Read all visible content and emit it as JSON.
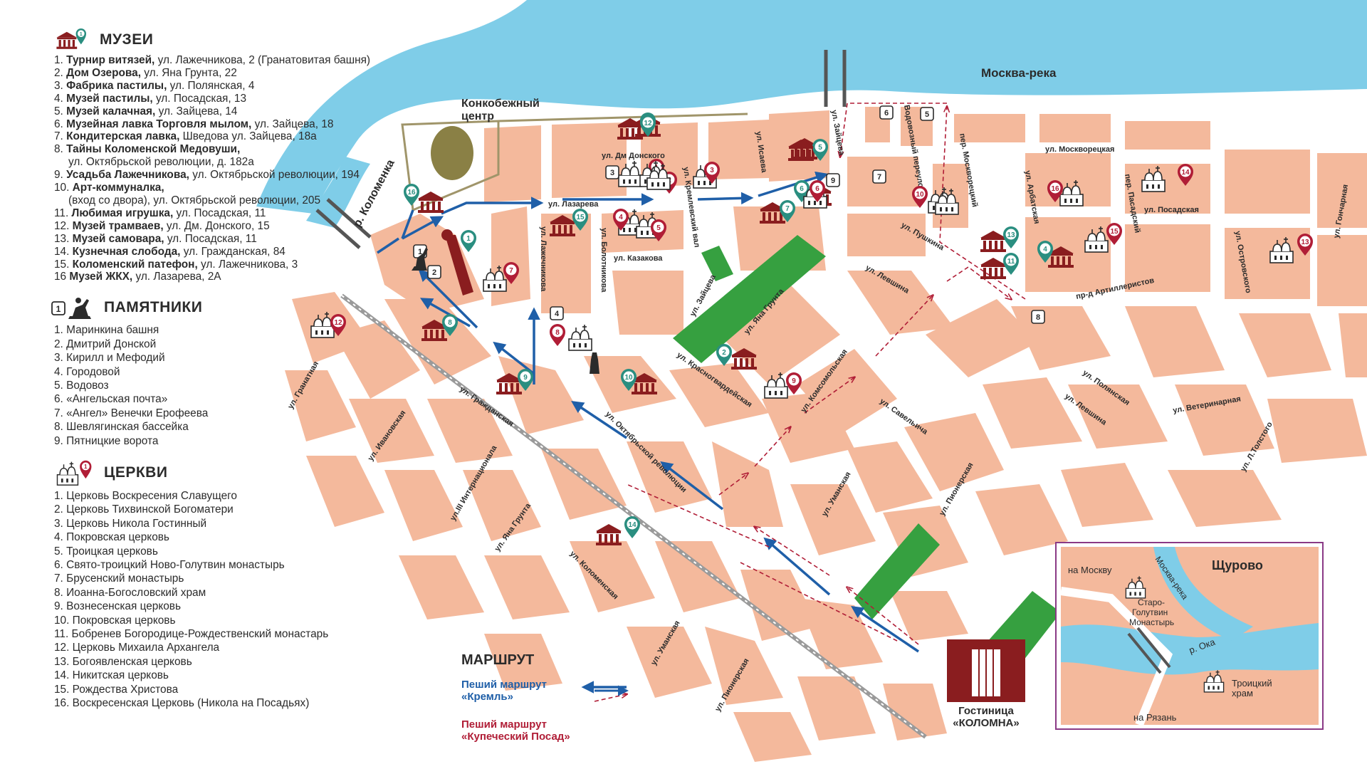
{
  "legend": {
    "museums": {
      "title": "МУЗЕИ",
      "icon": "museum-icon",
      "items": [
        {
          "num": "1.",
          "name": "Турнир витязей,",
          "addr": "ул. Лажечникова, 2 (Гранатовитая башня)"
        },
        {
          "num": "2.",
          "name": "Дом Озерова,",
          "addr": "ул. Яна Грунта, 22"
        },
        {
          "num": "3.",
          "name": "Фабрика пастилы,",
          "addr": "ул. Полянская, 4"
        },
        {
          "num": "4.",
          "name": "Музей пастилы,",
          "addr": "ул. Посадская, 13"
        },
        {
          "num": "5.",
          "name": "Музей калачная,",
          "addr": "ул. Зайцева, 14"
        },
        {
          "num": "6.",
          "name": "Музейная лавка Торговля мылом,",
          "addr": "ул. Зайцева, 18"
        },
        {
          "num": "7.",
          "name": "Кондитерская лавка,",
          "addr": "Шведова ул. Зайцева, 18а"
        },
        {
          "num": "8.",
          "name": "Тайны Коломенской Медовуши,",
          "addr": "ул. Октябрьской революции, д. 182а"
        },
        {
          "num": "9.",
          "name": "Усадьба Лажечникова,",
          "addr": "ул. Октябрьской революции, 194"
        },
        {
          "num": "10.",
          "name": "Арт-коммуналка,",
          "addr": "(вход со двора), ул. Октябрьской революции, 205"
        },
        {
          "num": "11.",
          "name": "Любимая игрушка,",
          "addr": "ул. Посадская, 11"
        },
        {
          "num": "12.",
          "name": "Музей трамваев,",
          "addr": "ул. Дм. Донского, 15"
        },
        {
          "num": "13.",
          "name": "Музей самовара,",
          "addr": "ул. Посадская, 11"
        },
        {
          "num": "14.",
          "name": "Кузнечная слобода,",
          "addr": "ул. Гражданская, 84"
        },
        {
          "num": "15.",
          "name": "Коломенский патефон,",
          "addr": "ул. Лажечникова, 3"
        },
        {
          "num": "16",
          "name": "Музей ЖКХ,",
          "addr": "ул. Лазарева, 2А"
        }
      ]
    },
    "monuments": {
      "title": "ПАМЯТНИКИ",
      "icon": "monument-icon",
      "items": [
        "1. Маринкина башня",
        "2. Дмитрий Донской",
        "3. Кирилл и Мефодий",
        "4. Городовой",
        "5. Водовоз",
        "6. «Ангельская почта»",
        "7. «Ангел» Венечки Ерофеева",
        "8. Шевлягинская бассейка",
        "9. Пятницкие ворота"
      ]
    },
    "churches": {
      "title": "ЦЕРКВИ",
      "icon": "church-icon",
      "items": [
        "1.   Церковь Воскресения Славущего",
        "2.   Церковь Тихвинской Богоматери",
        "3.   Церковь Никола Гостинный",
        "4.   Покровская церковь",
        "5.   Троицкая церковь",
        "6.   Свято-троицкий Ново-Голутвин монастырь",
        "7.   Брусенский монастырь",
        "8.   Иоанна-Богословский храм",
        "9.   Вознесенская церковь",
        "10. Покровская церковь",
        "11. Бобренев Богородице-Рождественский монастарь",
        "12. Церковь Михаила Архангела",
        "13. Богоявленская церковь",
        "14.  Никитская церковь",
        "15. Рождества Христова",
        "16. Воскресенская Церковь (Никола на Посадьях)"
      ]
    }
  },
  "route_legend": {
    "title": "МАРШРУТ",
    "kremlin": "Пеший маршрут «Кремль»",
    "kremlin_line1": "Пеший маршрут",
    "kremlin_line2": "«Кремль»",
    "posad_line1": "Пеший маршрут",
    "posad_line2": "«Купеческий Посад»"
  },
  "hotel": {
    "line1": "Гостиница",
    "line2": "«КОЛОМНА»"
  },
  "labels": {
    "river_moskva": "Москва-река",
    "river_kolomenka": "р. Коломенка",
    "skating_line1": "Конкобежный",
    "skating_line2": "центр",
    "streets": {
      "dm_donskogo": "ул. Дм Донского",
      "lazareva": "ул. Лазарева",
      "kazakova": "ул. Казакова",
      "kremlevsky_val": "ул. Кремлевский вал",
      "isaeva": "ул. Исаева",
      "zaitseva_top": "ул. Зайцева",
      "vodovozny": "Водовозный переулок",
      "moskvoretsky_per": "пер. Москворецкий",
      "moskvoretskaya": "ул. Москворецкая",
      "arbatskaya": "ул. Арбатская",
      "pasadsky_per": "пер. Пасадский",
      "posadskaya": "ул. Посадская",
      "ostrovskogo": "ул. Островского",
      "goncharnaya": "ул. Гончарная",
      "pushkina": "ул. Пушкина",
      "levshina_top": "ул. Левшина",
      "artilleristov": "пр-д Артиллеристов",
      "lazhechnikova": "ул. Лажечникова",
      "bolotnikova": "ул. Болотникова",
      "zaitseva": "ул. Зайцева",
      "yana_grunta_top": "ул. Яна Грунта",
      "krasnogvardeyskaya": "ул. Красногвардейская",
      "komsomolskaya": "ул. Комсомольская",
      "savelicha": "ул. Савельича",
      "polyanskaya": "ул. Полянская",
      "levshina": "ул. Левшина",
      "veterinarnaya": "ул. Ветеринарная",
      "l_tolstogo": "ул. Л.Толстого",
      "granatnaya": "ул. Гранатная",
      "ivanovskaya": "ул. Ивановская",
      "grazhdanskaya": "ул. Гражданская",
      "oktyabrskoy": "ул. Октябрьской революции",
      "internatsionala": "ул.III Интернационала",
      "yana_grunta": "ул. Яна Грунта",
      "kolomenskaya": "ул. Коломенская",
      "umanskaya_mid": "ул. Уманская",
      "pionerskaya_mid": "ул. Пионерская",
      "umanskaya": "ул. Уманская",
      "pionerskaya": "ул. Пионерская"
    }
  },
  "inset": {
    "title": "Щурово",
    "to_moscow": "на Москву",
    "to_ryazan": "на Рязань",
    "moskva_river": "Москва-река",
    "oka": "р. Ока",
    "monastery": "Старо-Голутвин Монастырь",
    "monastery_l1": "Старо-",
    "monastery_l2": "Голутвин",
    "monastery_l3": "Монастырь",
    "church": "Троицкий храм",
    "church_l1": "Троицкий",
    "church_l2": "храм"
  },
  "colors": {
    "block": "#f4b99c",
    "street": "#ffffff",
    "river": "#7fcde8",
    "park": "#36a040",
    "museum_pin": "#2a8e80",
    "church_pin": "#b01d36",
    "museum_icon": "#8a1d1f",
    "route_kremlin": "#1f5fa8",
    "route_posad": "#b01d36",
    "hotel": "#8a1d1f"
  },
  "markers": {
    "museums": [
      "1",
      "2",
      "3",
      "4",
      "5",
      "6",
      "7",
      "8",
      "9",
      "10",
      "11",
      "12",
      "13",
      "14",
      "15",
      "16"
    ],
    "churches": [
      "1",
      "2",
      "3",
      "4",
      "5",
      "6",
      "7",
      "8",
      "9",
      "10",
      "11",
      "12",
      "13",
      "14",
      "15",
      "16"
    ],
    "monuments": [
      "1",
      "2",
      "3",
      "4",
      "5",
      "6",
      "7",
      "8",
      "9"
    ]
  }
}
